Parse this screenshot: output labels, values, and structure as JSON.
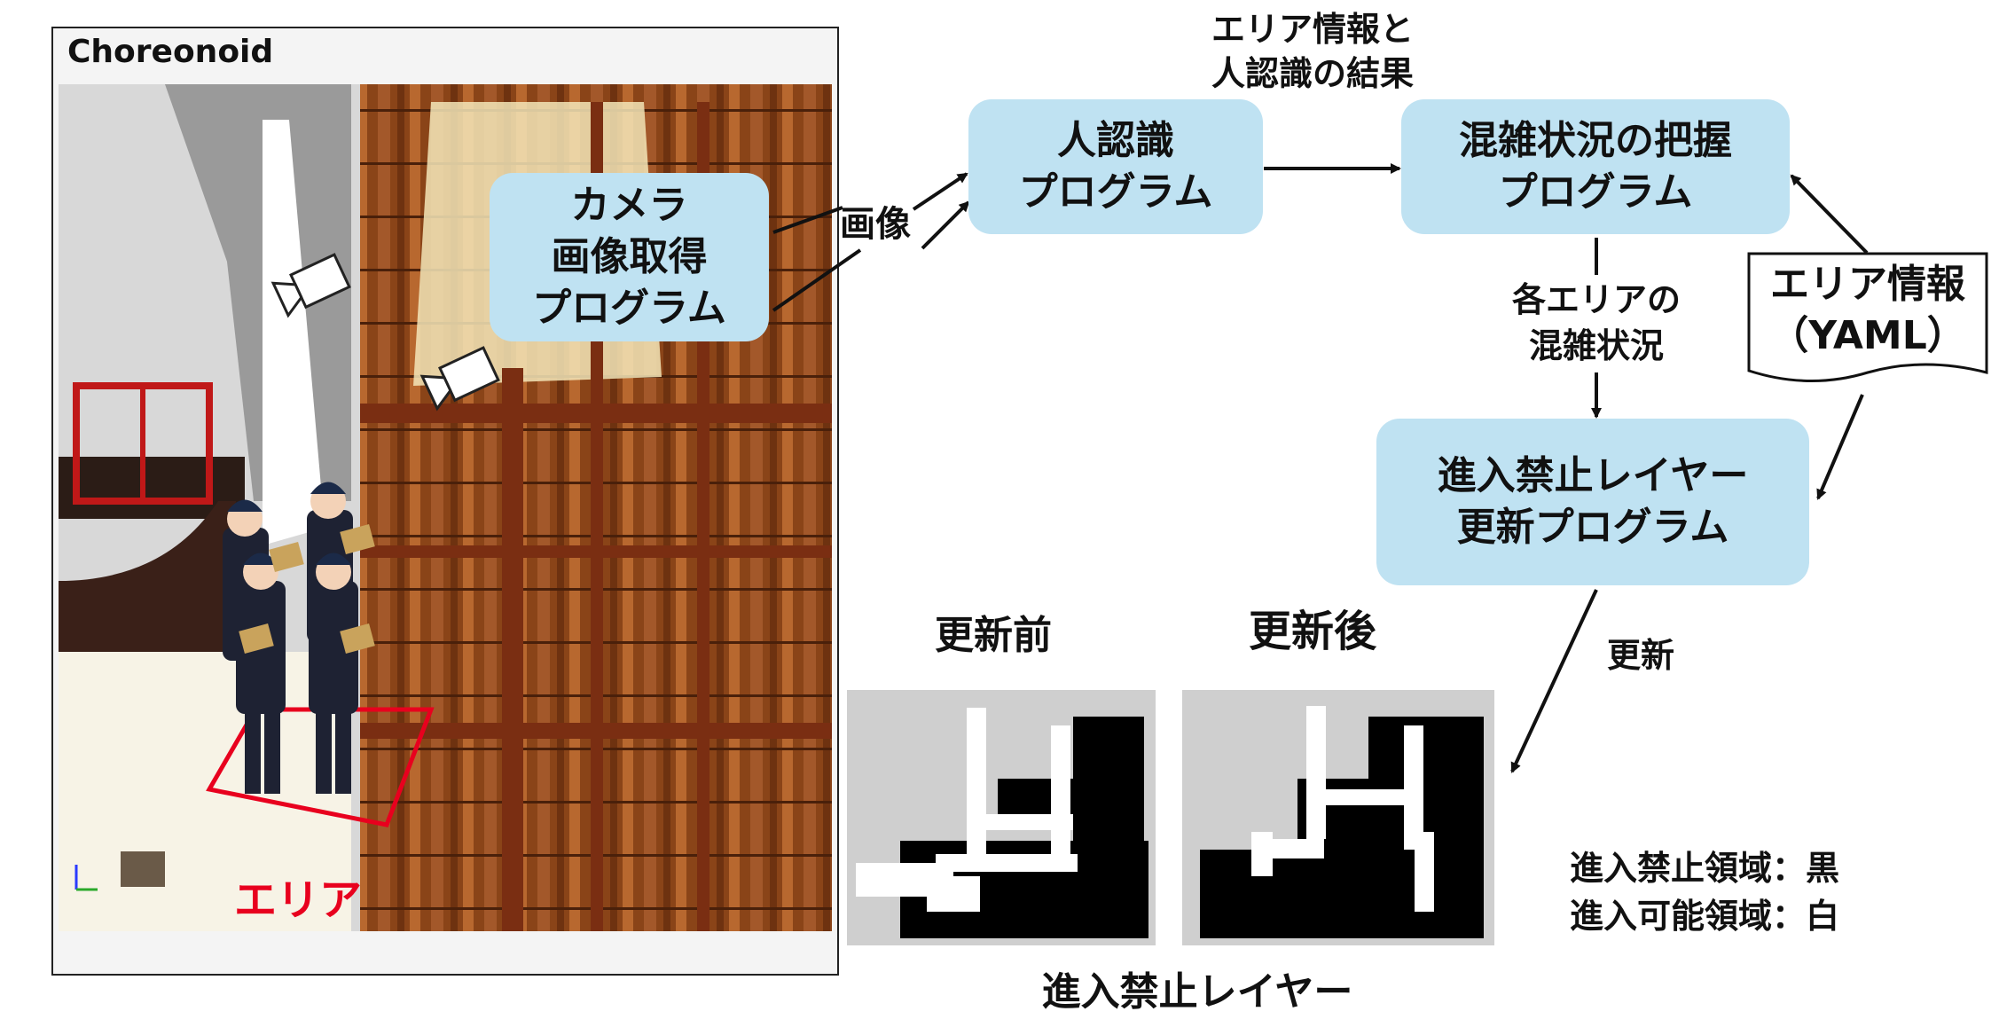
{
  "window": {
    "title": "Choreonoid"
  },
  "scene": {
    "area_label": "エリア",
    "area_color": "#e8001e"
  },
  "nodes": {
    "camera": "カメラ\n画像取得\nプログラム",
    "recognition": "人認識\nプログラム",
    "congestion": "混雑状況の把握\nプログラム",
    "layer_update": "進入禁止レイヤー\n更新プログラム"
  },
  "edge_labels": {
    "image": "画像",
    "area_info_result": "エリア情報と\n人認識の結果",
    "area_congestion": "各エリアの\n混雑状況",
    "update": "更新"
  },
  "document": {
    "label": "エリア情報\n（YAML）"
  },
  "maps": {
    "before_label": "更新前",
    "after_label": "更新後",
    "caption": "進入禁止レイヤー"
  },
  "legend": {
    "forbidden": "進入禁止領域：黒",
    "allowed": "進入可能領域：白"
  },
  "colors": {
    "node_fill": "#bfe2f2",
    "arrow": "#111111"
  }
}
